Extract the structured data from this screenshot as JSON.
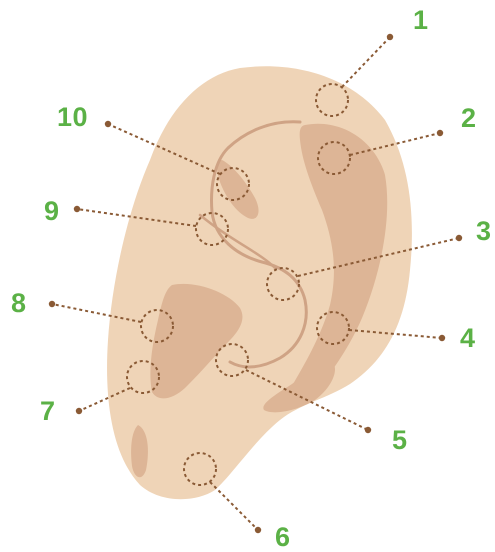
{
  "colors": {
    "skin": "#EFD4B7",
    "skin_shadow": "#DDB596",
    "skin_line": "#CFA385",
    "marker": "#8A5A35",
    "label": "#5BB146"
  },
  "labels": {
    "p1": "1",
    "p2": "2",
    "p3": "3",
    "p4": "4",
    "p5": "5",
    "p6": "6",
    "p7": "7",
    "p8": "8",
    "p9": "9",
    "p10": "10"
  }
}
